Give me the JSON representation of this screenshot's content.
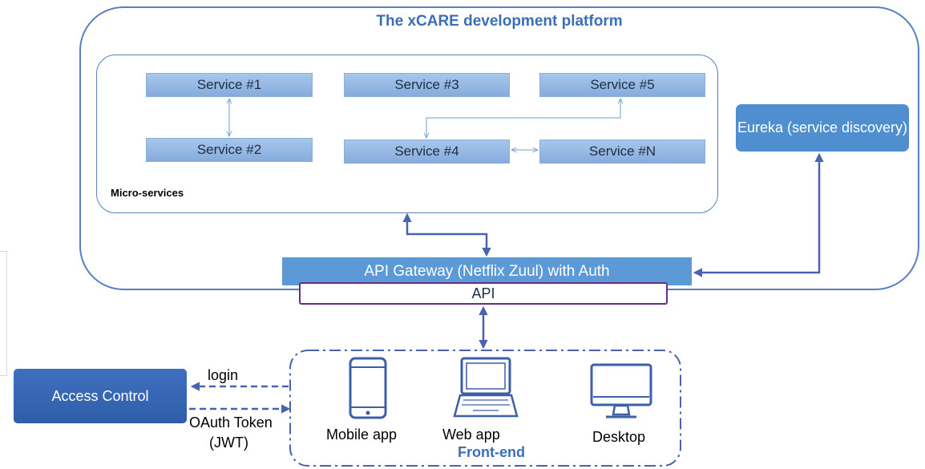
{
  "platform": {
    "title": "The xCARE development platform"
  },
  "microservices": {
    "label": "Micro-services",
    "services": [
      {
        "id": "s1",
        "label": "Service #1"
      },
      {
        "id": "s2",
        "label": "Service #2"
      },
      {
        "id": "s3",
        "label": "Service #3"
      },
      {
        "id": "s4",
        "label": "Service #4"
      },
      {
        "id": "s5",
        "label": "Service #5"
      },
      {
        "id": "sn",
        "label": "Service #N"
      }
    ]
  },
  "eureka": {
    "label": "Eureka (service discovery)"
  },
  "gateway": {
    "label": "API Gateway (Netflix Zuul) with Auth"
  },
  "api": {
    "label": "API"
  },
  "access_control": {
    "label": "Access Control"
  },
  "flows": {
    "login": "login",
    "token_line1": "OAuth Token",
    "token_line2": "(JWT)"
  },
  "frontend": {
    "label": "Front-end",
    "clients": [
      {
        "label": "Mobile app",
        "icon": "mobile-phone-icon"
      },
      {
        "label": "Web app",
        "icon": "laptop-icon"
      },
      {
        "label": "Desktop",
        "icon": "desktop-monitor-icon"
      }
    ]
  },
  "colors": {
    "outline": "#5a7fc0",
    "service_fill": "#9dbde6",
    "gateway_fill": "#5b9ad6",
    "api_border": "#6b2c86",
    "access_fill": "#3566b5",
    "title_text": "#3a6fb8"
  }
}
